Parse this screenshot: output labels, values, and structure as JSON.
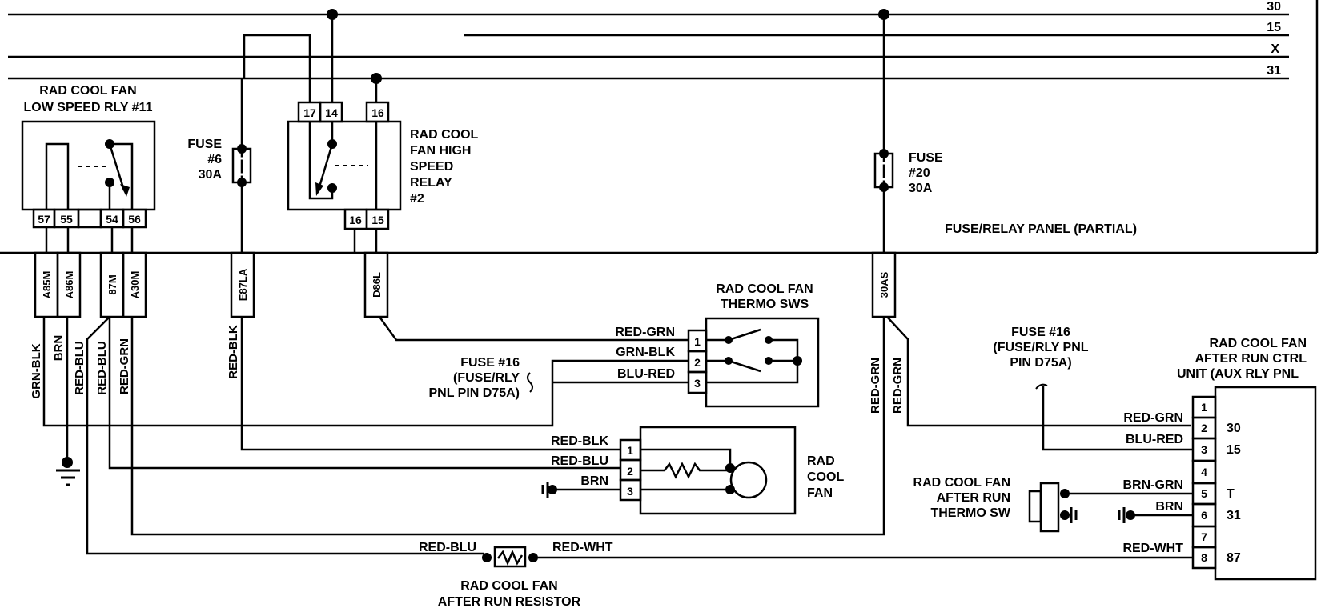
{
  "bus": {
    "labels": [
      "30",
      "15",
      "X",
      "31"
    ]
  },
  "panel_title": "FUSE/RELAY PANEL (PARTIAL)",
  "low_speed_relay": {
    "title_line1": "RAD COOL FAN",
    "title_line2": "LOW SPEED RLY #11",
    "pins": [
      "57",
      "55",
      "54",
      "56"
    ],
    "connectors": [
      "A85M",
      "A86M",
      "87M",
      "A30M"
    ]
  },
  "fuse6": {
    "line1": "FUSE",
    "line2": "#6",
    "line3": "30A",
    "connector": "E87LA"
  },
  "high_speed_relay": {
    "title": [
      "RAD COOL",
      "FAN HIGH",
      "SPEED",
      "RELAY",
      "#2"
    ],
    "top_pins": [
      "17",
      "14",
      "16"
    ],
    "bottom_pins": [
      "16",
      "15"
    ],
    "connector": "D86L"
  },
  "fuse20": {
    "line1": "FUSE",
    "line2": "#20",
    "line3": "30A",
    "connector": "30AS"
  },
  "wires_left": {
    "grn_blk": "GRN-BLK",
    "brn": "BRN",
    "red_blu_1": "RED-BLU",
    "red_blu_2": "RED-BLU",
    "red_grn": "RED-GRN",
    "red_blk": "RED-BLK",
    "red_grn_a": "RED-GRN",
    "red_grn_b": "RED-GRN"
  },
  "thermo_sws": {
    "title_line1": "RAD COOL FAN",
    "title_line2": "THERMO SWS",
    "pins": [
      "1",
      "2",
      "3"
    ],
    "wires": [
      "RED-GRN",
      "GRN-BLK",
      "BLU-RED"
    ]
  },
  "fuse16_left": {
    "line1": "FUSE #16",
    "line2": "(FUSE/RLY",
    "line3": "PNL PIN D75A)"
  },
  "fuse16_right": {
    "line1": "FUSE #16",
    "line2": "(FUSE/RLY PNL",
    "line3": "PIN D75A)"
  },
  "rad_cool_fan": {
    "title": [
      "RAD",
      "COOL",
      "FAN"
    ],
    "pins": [
      "1",
      "2",
      "3"
    ],
    "wires": [
      "RED-BLK",
      "RED-BLU",
      "BRN"
    ]
  },
  "after_run_ctrl": {
    "title_line1": "RAD COOL FAN",
    "title_line2": "AFTER RUN CTRL",
    "title_line3": "UNIT (AUX RLY PNL",
    "pins": [
      "1",
      "2",
      "3",
      "4",
      "5",
      "6",
      "7",
      "8"
    ],
    "terminals": [
      "30",
      "15",
      "T",
      "31",
      "87"
    ],
    "wires": [
      "RED-GRN",
      "BLU-RED",
      "BRN-GRN",
      "BRN",
      "RED-WHT"
    ]
  },
  "after_run_thermo": {
    "line1": "RAD COOL FAN",
    "line2": "AFTER RUN",
    "line3": "THERMO SW"
  },
  "after_run_resistor": {
    "line1": "RAD COOL FAN",
    "line2": "AFTER RUN RESISTOR",
    "wire_left": "RED-BLU",
    "wire_right": "RED-WHT"
  }
}
